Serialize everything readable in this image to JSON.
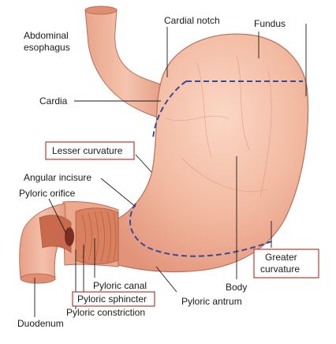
{
  "figure": {
    "labels": {
      "abdominal_esophagus_line1": "Abdominal",
      "abdominal_esophagus_line2": "esophagus",
      "cardial_notch": "Cardial notch",
      "fundus": "Fundus",
      "cardia": "Cardia",
      "lesser_curvature": "Lesser curvature",
      "angular_incisure": "Angular incisure",
      "pyloric_orifice": "Pyloric orifice",
      "greater_curvature_line1": "Greater",
      "greater_curvature_line2": "curvature",
      "body": "Body",
      "pyloric_canal": "Pyloric canal",
      "pyloric_sphincter": "Pyloric sphincter",
      "pyloric_constriction": "Pyloric constriction",
      "pyloric_antrum": "Pyloric antrum",
      "duodenum": "Duodenum"
    },
    "colors": {
      "stomach_fill": "#f2b9a0",
      "stomach_shade": "#e39a7f",
      "stomach_outline": "#b8705a",
      "region_border": "#3a4a9a",
      "label_box_border": "#c0392b"
    }
  }
}
